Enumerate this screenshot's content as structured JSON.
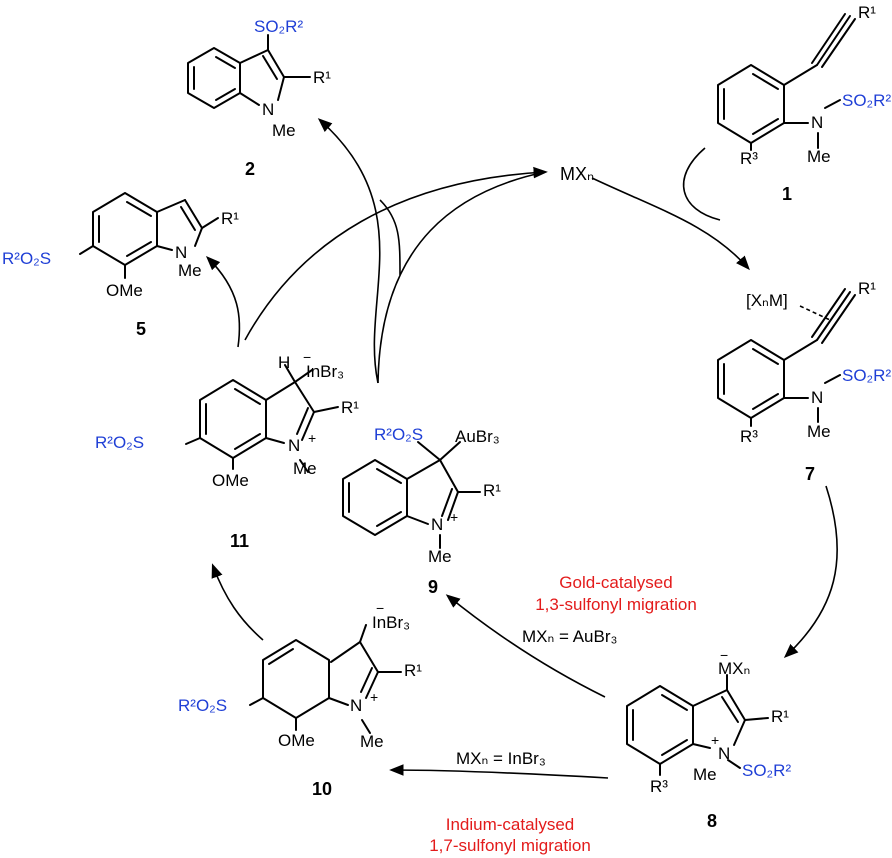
{
  "compounds": {
    "c1": {
      "number": "1",
      "R1": "R¹",
      "R3": "R³",
      "N": "N",
      "Me": "Me",
      "SO2R2": "SO₂R²"
    },
    "c2": {
      "number": "2",
      "SO2R2": "SO₂R²",
      "R1": "R¹",
      "N": "N",
      "Me": "Me"
    },
    "c5": {
      "number": "5",
      "R1": "R¹",
      "N": "N",
      "Me": "Me",
      "R2O2S": "R²O₂S",
      "OMe": "OMe"
    },
    "c7": {
      "number": "7",
      "XnM": "[XₙM]",
      "R1": "R¹",
      "N": "N",
      "SO2R2": "SO₂R²",
      "R3": "R³",
      "Me": "Me"
    },
    "c8": {
      "number": "8",
      "MXn": "MXₙ",
      "minus": "−",
      "R1": "R¹",
      "N": "N",
      "plus": "+",
      "R3": "R³",
      "Me": "Me",
      "SO2R2": "SO₂R²"
    },
    "c9": {
      "number": "9",
      "R2O2S": "R²O₂S",
      "AuBr3": "AuBr₃",
      "R1": "R¹",
      "N": "N",
      "plus": "+",
      "Me": "Me"
    },
    "c10": {
      "number": "10",
      "InBr3": "InBr₃",
      "minus": "−",
      "R1": "R¹",
      "R2O2S": "R²O₂S",
      "N": "N",
      "plus": "+",
      "OMe": "OMe",
      "Me": "Me"
    },
    "c11": {
      "number": "11",
      "H": "H",
      "InBr3": "InBr₃",
      "minus": "−",
      "R1": "R¹",
      "R2O2S": "R²O₂S",
      "N": "N",
      "plus": "+",
      "OMe": "OMe",
      "Me": "Me"
    }
  },
  "catalyst": "MXₙ",
  "conditions": {
    "gold_note_line1": "Gold-catalysed",
    "gold_note_line2": "1,3-sulfonyl migration",
    "gold_reagent": "MXₙ = AuBr₃",
    "indium_note_line1": "Indium-catalysed",
    "indium_note_line2": "1,7-sulfonyl migration",
    "indium_reagent": "MXₙ = InBr₃"
  },
  "colors": {
    "substituent_blue": "#1f3fd6",
    "annotation_red": "#e31b1b",
    "bond_black": "#000000"
  }
}
